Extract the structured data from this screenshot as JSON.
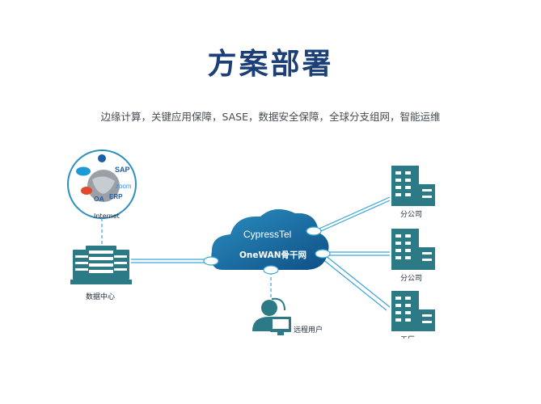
{
  "page": {
    "title": "方案部署",
    "subtitle": "边缘计算，关键应用保障，SASE，数据安全保障，全球分支组网，智能运维"
  },
  "cloud": {
    "brand": "CypressTel",
    "label": "OneWAN骨干网"
  },
  "internet": {
    "label": "Internet",
    "services": [
      "SAP",
      "zoom",
      "OA",
      "ERP"
    ]
  },
  "datacenter": {
    "label": "数据中心"
  },
  "remote_user": {
    "label": "远程用户"
  },
  "branches": [
    {
      "label": "分公司"
    },
    {
      "label": "分公司"
    },
    {
      "label": "工厂"
    }
  ],
  "colors": {
    "title": "#1c3f78",
    "cloud": "#1a6fa3",
    "building": "#2b7a85",
    "link": "#39a6d8"
  }
}
